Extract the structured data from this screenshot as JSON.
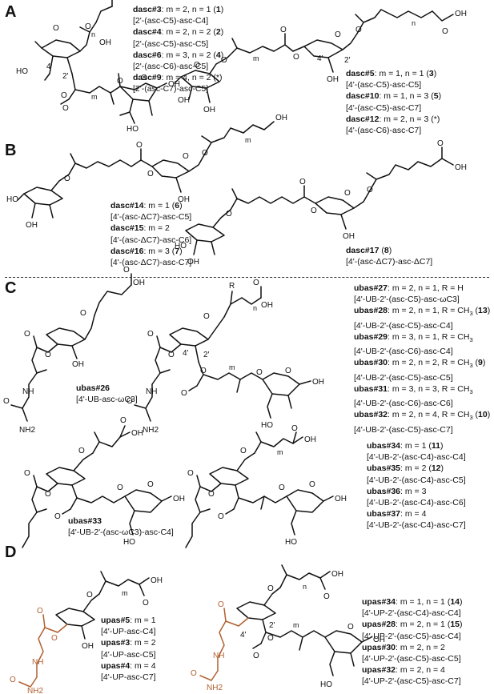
{
  "panels": {
    "A": {
      "label": "A",
      "left_caption": [
        [
          {
            "b": "dasc#3"
          },
          {
            "t": ": m = 2, n = 1 ("
          },
          {
            "b": "1"
          },
          {
            "t": ")"
          }
        ],
        [
          {
            "t": "[2'-(asc-C5)-asc-C4]"
          }
        ],
        [
          {
            "b": "dasc#4"
          },
          {
            "t": ": m = 2, n = 2 ("
          },
          {
            "b": "2"
          },
          {
            "t": ")"
          }
        ],
        [
          {
            "t": "[2'-(asc-C5)-asc-C5]"
          }
        ],
        [
          {
            "b": "dasc#6"
          },
          {
            "t": ": m = 3, n = 2 ("
          },
          {
            "b": "4"
          },
          {
            "t": ")"
          }
        ],
        [
          {
            "t": "[2'-(asc-C6)-asc-C5]"
          }
        ],
        [
          {
            "b": "dasc#9"
          },
          {
            "t": ": m = 4, n = 2 (*)"
          }
        ],
        [
          {
            "t": "[2'-(asc-C7)-asc-C5]"
          }
        ]
      ],
      "right_caption": [
        [
          {
            "b": "dasc#5"
          },
          {
            "t": ": m = 1, n = 1 ("
          },
          {
            "b": "3"
          },
          {
            "t": ")"
          }
        ],
        [
          {
            "t": "[4'-(asc-C5)-asc-C5]"
          }
        ],
        [
          {
            "b": "dasc#10"
          },
          {
            "t": ": m = 1, n = 3 ("
          },
          {
            "b": "5"
          },
          {
            "t": ")"
          }
        ],
        [
          {
            "t": "[4'-(asc-C5)-asc-C7]"
          }
        ],
        [
          {
            "b": "dasc#12"
          },
          {
            "t": ": m = 2, n = 3 (*)"
          }
        ],
        [
          {
            "t": "[4'-(asc-C6)-asc-C7]"
          }
        ]
      ]
    },
    "B": {
      "label": "B",
      "left_caption": [
        [
          {
            "b": "dasc#14"
          },
          {
            "t": ": m = 1 ("
          },
          {
            "b": "6"
          },
          {
            "t": ")"
          }
        ],
        [
          {
            "t": "[4'-(asc-ΔC7)-asc-C5]"
          }
        ],
        [
          {
            "b": "dasc#15"
          },
          {
            "t": ": m = 2"
          }
        ],
        [
          {
            "t": "[4'-(asc-ΔC7)-asc-C6]"
          }
        ],
        [
          {
            "b": "dasc#16"
          },
          {
            "t": ": m = 3 ("
          },
          {
            "b": "7"
          },
          {
            "t": ")"
          }
        ],
        [
          {
            "t": "[4'-(asc-ΔC7)-asc-C7]"
          }
        ]
      ],
      "right_caption": [
        [
          {
            "b": "dasc#17"
          },
          {
            "t": " ("
          },
          {
            "b": "8"
          },
          {
            "t": ")"
          }
        ],
        [
          {
            "t": "[4'-(asc-ΔC7)-asc-ΔC7]"
          }
        ]
      ]
    },
    "C": {
      "label": "C",
      "ubas26_caption": [
        [
          {
            "b": "ubas#26"
          }
        ],
        [
          {
            "t": "[4'-UB-asc-ωC3]"
          }
        ]
      ],
      "right_caption": [
        [
          {
            "b": "ubas#27"
          },
          {
            "t": ": m = 2, n = 1, R = H"
          }
        ],
        [
          {
            "t": "[4'-UB-2'-(asc-C5)-asc-ωC3]"
          }
        ],
        [
          {
            "b": "ubas#28"
          },
          {
            "t": ": m = 2, n = 1, R = CH"
          },
          {
            "s": "3"
          },
          {
            "t": " ("
          },
          {
            "b": "13"
          },
          {
            "t": ")"
          }
        ],
        [
          {
            "t": "[4'-UB-2'-(asc-C5)-asc-C4]"
          }
        ],
        [
          {
            "b": "ubas#29"
          },
          {
            "t": ": m = 3, n = 1, R = CH"
          },
          {
            "s": "3"
          }
        ],
        [
          {
            "t": "[4'-UB-2'-(asc-C6)-asc-C4]"
          }
        ],
        [
          {
            "b": "ubas#30"
          },
          {
            "t": ": m = 2, n = 2, R = CH"
          },
          {
            "s": "3"
          },
          {
            "t": " ("
          },
          {
            "b": "9"
          },
          {
            "t": ")"
          }
        ],
        [
          {
            "t": "[4'-UB-2'-(asc-C5)-asc-C5]"
          }
        ],
        [
          {
            "b": "ubas#31"
          },
          {
            "t": ": m = 3, n = 3, R = CH"
          },
          {
            "s": "3"
          }
        ],
        [
          {
            "t": "[4'-UB-2'-(asc-C6)-asc-C6]"
          }
        ],
        [
          {
            "b": "ubas#32"
          },
          {
            "t": ": m = 2, n = 4, R = CH"
          },
          {
            "s": "3"
          },
          {
            "t": " ("
          },
          {
            "b": "10"
          },
          {
            "t": ")"
          }
        ],
        [
          {
            "t": "[4'-UB-2'-(asc-C5)-asc-C7]"
          }
        ]
      ],
      "ubas33_caption": [
        [
          {
            "b": "ubas#33"
          }
        ],
        [
          {
            "t": "[4'-UB-2'-(asc-ωC3)-asc-C4]"
          }
        ]
      ],
      "lower_right_caption": [
        [
          {
            "b": "ubas#34"
          },
          {
            "t": ": m = 1 ("
          },
          {
            "b": "11"
          },
          {
            "t": ")"
          }
        ],
        [
          {
            "t": "[4'-UB-2'-(asc-C4)-asc-C4]"
          }
        ],
        [
          {
            "b": "ubas#35"
          },
          {
            "t": ": m = 2 ("
          },
          {
            "b": "12"
          },
          {
            "t": ")"
          }
        ],
        [
          {
            "t": "[4'-UB-2'-(asc-C4)-asc-C5]"
          }
        ],
        [
          {
            "b": "ubas#36"
          },
          {
            "t": ": m = 3"
          }
        ],
        [
          {
            "t": "[4'-UB-2'-(asc-C4)-asc-C6]"
          }
        ],
        [
          {
            "b": "ubas#37"
          },
          {
            "t": ": m = 4"
          }
        ],
        [
          {
            "t": "[4'-UB-2'-(asc-C4)-asc-C7]"
          }
        ]
      ]
    },
    "D": {
      "label": "D",
      "left_caption": [
        [
          {
            "b": "upas#5"
          },
          {
            "t": ": m = 1"
          }
        ],
        [
          {
            "t": "[4'-UP-asc-C4]"
          }
        ],
        [
          {
            "b": "upas#3"
          },
          {
            "t": ": m = 2"
          }
        ],
        [
          {
            "t": "[4'-UP-asc-C5]"
          }
        ],
        [
          {
            "b": "upas#4"
          },
          {
            "t": ": m = 4"
          }
        ],
        [
          {
            "t": "[4'-UP-asc-C7]"
          }
        ]
      ],
      "right_caption": [
        [
          {
            "b": "upas#34"
          },
          {
            "t": ": m = 1, n = 1 ("
          },
          {
            "b": "14"
          },
          {
            "t": ")"
          }
        ],
        [
          {
            "t": "[4'-UP-2'-(asc-C4)-asc-C4]"
          }
        ],
        [
          {
            "b": "upas#28"
          },
          {
            "t": ": m = 2, n = 1 ("
          },
          {
            "b": "15"
          },
          {
            "t": ")"
          }
        ],
        [
          {
            "t": "[4'-UP-2'-(asc-C5)-asc-C4]"
          }
        ],
        [
          {
            "b": "upas#30"
          },
          {
            "t": ": m = 2, n = 2"
          }
        ],
        [
          {
            "t": "[4'-UP-2'-(asc-C5)-asc-C5]"
          }
        ],
        [
          {
            "b": "upas#32"
          },
          {
            "t": ": m = 2, n = 4"
          }
        ],
        [
          {
            "t": "[4'-UP-2'-(asc-C5)-asc-C7]"
          }
        ]
      ]
    }
  },
  "atom_labels": {
    "oh": "OH",
    "ho": "HO",
    "o": "O",
    "nh": "NH",
    "nh2": "NH2",
    "r": "R",
    "m": "m",
    "n": "n",
    "c4p": "4'",
    "c2p": "2'"
  },
  "colors": {
    "ink": "#111111",
    "up_highlight": "#b06030"
  }
}
